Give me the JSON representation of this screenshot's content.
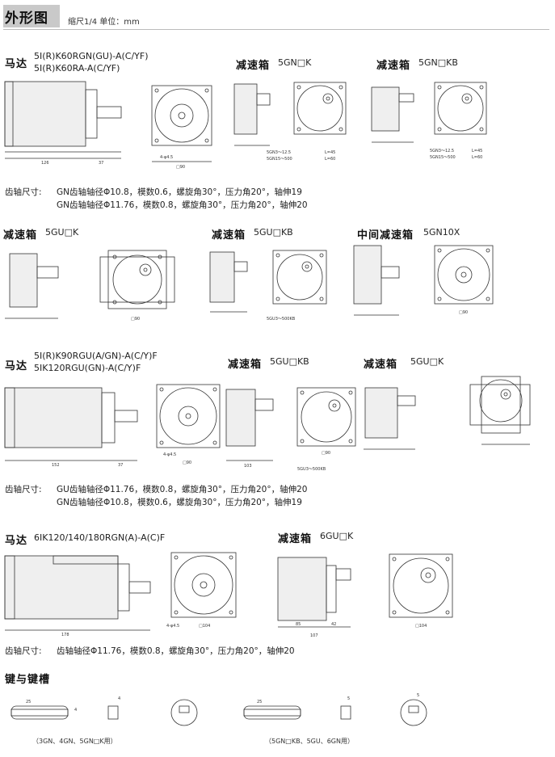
{
  "header": {
    "title": "外形图",
    "scale": "缩尺1/4  单位：mm"
  },
  "s1": {
    "motor_label": "马达",
    "motor_model_1": "5I(R)K60RGN(GU)-A(C/YF)",
    "motor_model_2": "5I(R)K60RA-A(C/YF)",
    "gear1_label": "减速箱",
    "gear1_model": "5GN□K",
    "gear2_label": "减速箱",
    "gear2_model": "5GN□KB",
    "spec_prefix": "齿轴尺寸:",
    "spec_1": "GN齿轴轴径Φ10.8，模数0.6，螺旋角30°，压力角20°，轴伸19",
    "spec_2": "GN齿轴轴径Φ11.76，模数0.8，螺旋角30°，压力角20°，轴伸20"
  },
  "s2": {
    "g1_label": "减速箱",
    "g1_model": "5GU□K",
    "g2_label": "减速箱",
    "g2_model": "5GU□KB",
    "g3_label": "中间减速箱",
    "g3_model": "5GN10X"
  },
  "s3": {
    "motor_label": "马达",
    "motor_model_1": "5I(R)K90RGU(A/GN)-A(C/Y)F",
    "motor_model_2": "5IK120RGU(GN)-A(C/Y)F",
    "g1_label": "减速箱",
    "g1_model": "5GU□KB",
    "g2_label": "减速箱",
    "g2_model": "5GU□K",
    "spec_prefix": "齿轴尺寸:",
    "spec_1": "GU齿轴轴径Φ11.76，模数0.8，螺旋角30°，压力角20°，轴伸20",
    "spec_2": "GN齿轴轴径Φ10.8，模数0.6，螺旋角30°，压力角20°，轴伸19"
  },
  "s4": {
    "motor_label": "马达",
    "motor_model": "6IK120/140/180RGN(A)-A(C)F",
    "g1_label": "减速箱",
    "g1_model": "6GU□K",
    "spec_prefix": "齿轴尺寸:",
    "spec_1": "齿轴轴径Φ11.76，模数0.8，螺旋角30°，压力角20°，轴伸20"
  },
  "s5": {
    "title": "键与键槽",
    "cap_left": "（3GN、4GN、5GN□K用）",
    "cap_right": "（5GN□KB、5GU、6GN用）"
  },
  "dims": {
    "m1_len": "126",
    "m1_shaft": "37",
    "m1_sq": "□90",
    "m1_hole": "4-φ4.5",
    "g1_note_a": "5GN3～12.5",
    "g1_note_b": "5GN15～500",
    "g1_la": "L=45",
    "g1_lb": "L=60",
    "g2_note_a": "5GN3～12.5",
    "g2_note_b": "5GN15～500",
    "g2_la": "L=45",
    "g2_lb": "L=60",
    "g4_sq": "□90",
    "g5_note": "5GU3～500KB",
    "g6_sq": "□90",
    "m3_len": "152",
    "m3_shaft": "37",
    "m3_sq": "□90",
    "m3_hole": "4-φ4.5",
    "g7_note": "5GU3～500KB",
    "g7_len": "103",
    "g7_sq": "□90",
    "m4_len": "178",
    "m4_sq": "□104",
    "m4_hole": "4-φ4.5",
    "g9_len": "107",
    "g9_sq": "□104",
    "g9_a": "85",
    "g9_b": "42",
    "k1": "25",
    "k2": "4",
    "k3": "4",
    "k4": "25",
    "k5": "5",
    "k6": "5"
  }
}
